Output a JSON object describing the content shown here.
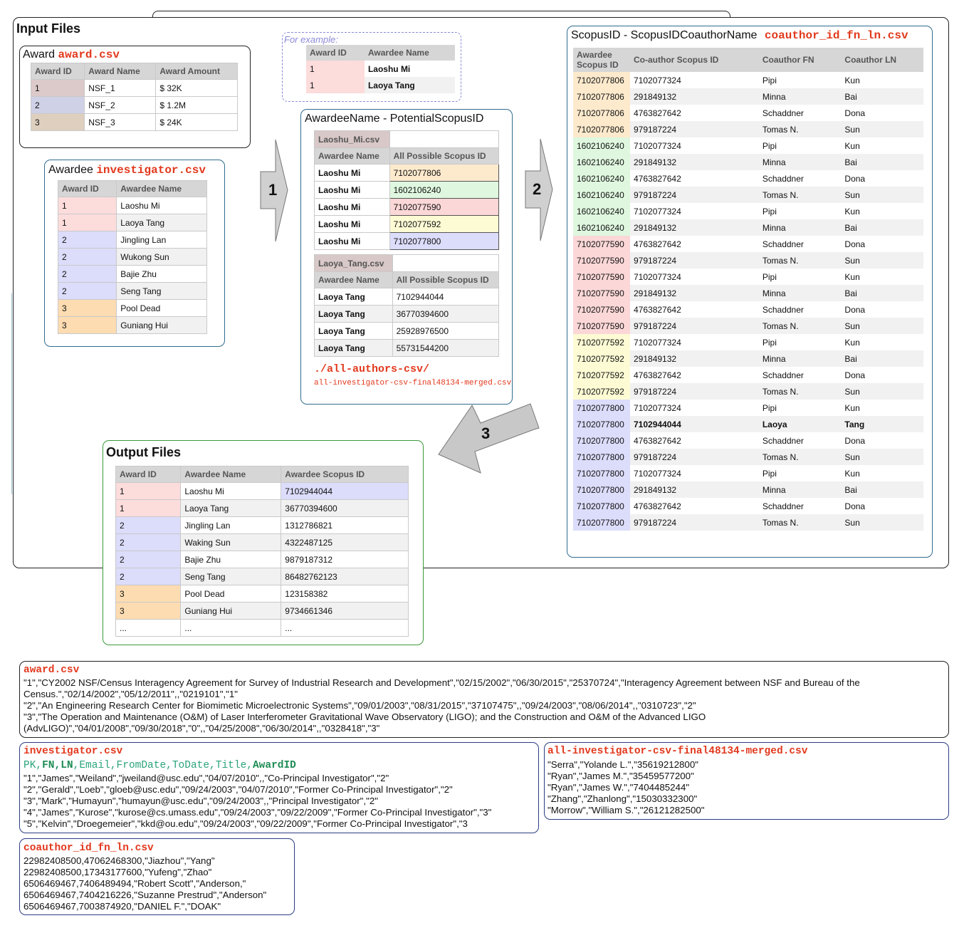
{
  "input_files_title": "Input Files",
  "output_files_title": "Output Files",
  "award_box": {
    "label": "Award",
    "file": "award.csv",
    "headers": [
      "Award ID",
      "Award Name",
      "Award Amount"
    ],
    "rows": [
      [
        "1",
        "NSF_1",
        "$ 32K"
      ],
      [
        "2",
        "NSF_2",
        "$ 1.2M"
      ],
      [
        "3",
        "NSF_3",
        "$ 24K"
      ]
    ],
    "id_colors": [
      "#dcc9c9",
      "#cfd1e6",
      "#decfbf"
    ]
  },
  "awardee_box": {
    "label": "Awardee",
    "file": "investigator.csv",
    "headers": [
      "Award ID",
      "Awardee Name"
    ],
    "rows": [
      [
        "1",
        "Laoshu Mi"
      ],
      [
        "1",
        "Laoya Tang"
      ],
      [
        "2",
        "Jingling Lan"
      ],
      [
        "2",
        "Wukong Sun"
      ],
      [
        "2",
        "Bajie Zhu"
      ],
      [
        "2",
        "Seng Tang"
      ],
      [
        "3",
        "Pool Dead"
      ],
      [
        "3",
        "Guniang Hui"
      ]
    ],
    "id_colors": [
      "#fddcdc",
      "#fddcdc",
      "#dcdcfb",
      "#dcdcfb",
      "#dcdcfb",
      "#dcdcfb",
      "#fddcb1",
      "#fddcb1"
    ]
  },
  "example_box": {
    "label": "For example:",
    "headers": [
      "Award ID",
      "Awardee Name"
    ],
    "rows": [
      [
        "1",
        "Laoshu Mi"
      ],
      [
        "1",
        "Laoya Tang"
      ]
    ]
  },
  "potential_box": {
    "title": "AwardeeName - PotentialScopusID",
    "table1_file": "Laoshu_Mi.csv",
    "table1_headers": [
      "Awardee Name",
      "All Possible Scopus ID"
    ],
    "table1_rows": [
      [
        "Laoshu Mi",
        "7102077806"
      ],
      [
        "Laoshu Mi",
        "1602106240"
      ],
      [
        "Laoshu Mi",
        "7102077590"
      ],
      [
        "Laoshu Mi",
        "7102077592"
      ],
      [
        "Laoshu Mi",
        "7102077800"
      ]
    ],
    "table1_colors": [
      "#fdeacd",
      "#dff7df",
      "#fbd7d7",
      "#fdfbd4",
      "#dcdcfb"
    ],
    "table2_file": "Laoya_Tang.csv",
    "table2_headers": [
      "Awardee Name",
      "All Possible Scopus ID"
    ],
    "table2_rows": [
      [
        "Laoya Tang",
        "7102944044"
      ],
      [
        "Laoya Tang",
        "36770394600"
      ],
      [
        "Laoya Tang",
        "25928976500"
      ],
      [
        "Laoya Tang",
        "55731544200"
      ]
    ],
    "path": "./all-authors-csv/",
    "merged_file": "all-investigator-csv-final48134-merged.csv"
  },
  "arrows": {
    "one": "1",
    "two": "2",
    "three": "3"
  },
  "coauthor_box": {
    "title": "ScopusID - ScopusIDCoauthorName",
    "file": "coauthor_id_fn_ln.csv",
    "headers": [
      "Awardee Scopus ID",
      "Co-author Scopus ID",
      "Coauthor FN",
      "Coauthor LN"
    ],
    "rows": [
      [
        "7102077806",
        "7102077324",
        "Pipi",
        "Kun"
      ],
      [
        "7102077806",
        "291849132",
        "Minna",
        "Bai"
      ],
      [
        "7102077806",
        "4763827642",
        "Schaddner",
        "Dona"
      ],
      [
        "7102077806",
        "979187224",
        "Tomas N.",
        "Sun"
      ],
      [
        "1602106240",
        "7102077324",
        "Pipi",
        "Kun"
      ],
      [
        "1602106240",
        "291849132",
        "Minna",
        "Bai"
      ],
      [
        "1602106240",
        "4763827642",
        "Schaddner",
        "Dona"
      ],
      [
        "1602106240",
        "979187224",
        "Tomas N.",
        "Sun"
      ],
      [
        "1602106240",
        "7102077324",
        "Pipi",
        "Kun"
      ],
      [
        "1602106240",
        "291849132",
        "Minna",
        "Bai"
      ],
      [
        "7102077590",
        "4763827642",
        "Schaddner",
        "Dona"
      ],
      [
        "7102077590",
        "979187224",
        "Tomas N.",
        "Sun"
      ],
      [
        "7102077590",
        "7102077324",
        "Pipi",
        "Kun"
      ],
      [
        "7102077590",
        "291849132",
        "Minna",
        "Bai"
      ],
      [
        "7102077590",
        "4763827642",
        "Schaddner",
        "Dona"
      ],
      [
        "7102077590",
        "979187224",
        "Tomas N.",
        "Sun"
      ],
      [
        "7102077592",
        "7102077324",
        "Pipi",
        "Kun"
      ],
      [
        "7102077592",
        "291849132",
        "Minna",
        "Bai"
      ],
      [
        "7102077592",
        "4763827642",
        "Schaddner",
        "Dona"
      ],
      [
        "7102077592",
        "979187224",
        "Tomas N.",
        "Sun"
      ],
      [
        "7102077800",
        "7102077324",
        "Pipi",
        "Kun"
      ],
      [
        "7102077800",
        "7102944044",
        "Laoya",
        "Tang"
      ],
      [
        "7102077800",
        "4763827642",
        "Schaddner",
        "Dona"
      ],
      [
        "7102077800",
        "979187224",
        "Tomas N.",
        "Sun"
      ],
      [
        "7102077800",
        "7102077324",
        "Pipi",
        "Kun"
      ],
      [
        "7102077800",
        "291849132",
        "Minna",
        "Bai"
      ],
      [
        "7102077800",
        "4763827642",
        "Schaddner",
        "Dona"
      ],
      [
        "7102077800",
        "979187224",
        "Tomas N.",
        "Sun"
      ]
    ],
    "group_colors": {
      "7102077806": "#fdeacd",
      "1602106240": "#dff7df",
      "7102077590": "#fbd7d7",
      "7102077592": "#fdfbd4",
      "7102077800": "#dcdcfb"
    }
  },
  "output_box": {
    "headers": [
      "Award ID",
      "Awardee Name",
      "Awardee Scopus ID"
    ],
    "rows": [
      [
        "1",
        "Laoshu Mi",
        "7102944044"
      ],
      [
        "1",
        "Laoya Tang",
        "36770394600"
      ],
      [
        "2",
        "Jingling Lan",
        "1312786821"
      ],
      [
        "2",
        "Waking Sun",
        "4322487125"
      ],
      [
        "2",
        "Bajie Zhu",
        "9879187312"
      ],
      [
        "2",
        "Seng Tang",
        "86482762123"
      ],
      [
        "3",
        "Pool Dead",
        "123158382"
      ],
      [
        "3",
        "Guniang Hui",
        "9734661346"
      ],
      [
        "...",
        "...",
        "..."
      ]
    ],
    "id_colors": [
      "#fddcdc",
      "#fddcdc",
      "#dcdcfb",
      "#dcdcfb",
      "#dcdcfb",
      "#dcdcfb",
      "#fddcb1",
      "#fddcb1",
      ""
    ]
  },
  "award_csv": {
    "file": "award.csv",
    "lines": [
      "\"1\",\"CY2002 NSF/Census Interagency Agreement for Survey of Industrial Research and Development\",\"02/15/2002\",\"06/30/2015\",\"25370724\",\"Interagency Agreement between NSF and Bureau of the",
      "Census.\",\"02/14/2002\",\"05/12/2011\",,\"0219101\",\"1\"",
      "\"2\",\"An Engineering Research Center for Biomimetic Microelectronic Systems\",\"09/01/2003\",\"08/31/2015\",\"37107475\",,\"09/24/2003\",\"08/06/2014\",,\"0310723\",\"2\"",
      "\"3\",\"The Operation and Maintenance (O&M) of Laser Interferometer Gravitational Wave Observatory (LIGO); and the Construction and O&M of the Advanced LIGO",
      "(AdvLIGO)\",\"04/01/2008\",\"09/30/2018\",\"0\",,\"04/25/2008\",\"06/30/2014\",,\"0328418\",\"3\""
    ]
  },
  "investigator_csv": {
    "file": "investigator.csv",
    "schema_parts": [
      "PK,",
      "FN,LN",
      ",Email,FromDate,ToDate,Title,",
      "AwardID"
    ],
    "lines": [
      "\"1\",\"James\",\"Weiland\",\"jweiland@usc.edu\",\"04/07/2010\",,\"Co-Principal Investigator\",\"2\"",
      "\"2\",\"Gerald\",\"Loeb\",\"gloeb@usc.edu\",\"09/24/2003\",\"04/07/2010\",\"Former Co-Principal Investigator\",\"2\"",
      "\"3\",\"Mark\",\"Humayun\",\"humayun@usc.edu\",\"09/24/2003\",,\"Principal Investigator\",\"2\"",
      "\"4\",\"James\",\"Kurose\",\"kurose@cs.umass.edu\",\"09/24/2003\",\"09/22/2009\",\"Former Co-Principal Investigator\",\"3\"",
      "\"5\",\"Kelvin\",\"Droegemeier\",\"kkd@ou.edu\",\"09/24/2003\",\"09/22/2009\",\"Former Co-Principal Investigator\",\"3"
    ]
  },
  "merged_csv": {
    "file": "all-investigator-csv-final48134-merged.csv",
    "lines": [
      "\"Serra\",\"Yolande L.\",\"35619212800\"",
      "\"Ryan\",\"James M.\",\"35459577200\"",
      "\"Ryan\",\"James W.\",\"7404485244\"",
      "\"Zhang\",\"Zhanlong\",\"15030332300\"",
      "\"Morrow\",\"William S.\",\"26121282500\""
    ]
  },
  "coauthor_csv": {
    "file": "coauthor_id_fn_ln.csv",
    "lines": [
      "22982408500,47062468300,\"Jiazhou\",\"Yang\"",
      "22982408500,17343177600,\"Yufeng\",\"Zhao\"",
      "6506469467,7406489494,\"Robert Scott\",\"Anderson,\"",
      "6506469467,7404216226,\"Suzanne Prestrud\",\"Anderson\"",
      "6506469467,7003874920,\"DANIEL F.\",\"DOAK\""
    ]
  }
}
